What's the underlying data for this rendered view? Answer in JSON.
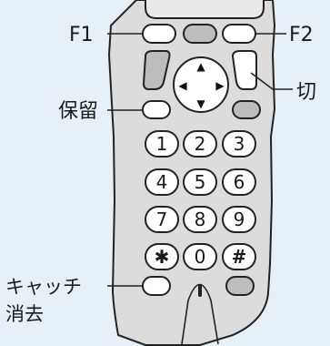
{
  "labels": {
    "f1": "F1",
    "f2": "F2",
    "hangup": "切",
    "hold": "保留",
    "catch_cancel_line1": "キャッチ",
    "catch_cancel_line2": "消去"
  },
  "keypad": {
    "rows": [
      [
        "1",
        "2",
        "3"
      ],
      [
        "4",
        "5",
        "6"
      ],
      [
        "7",
        "8",
        "9"
      ],
      [
        "✱",
        "0",
        "#"
      ]
    ]
  },
  "nav_arrows": {
    "up": "▲",
    "down": "▼",
    "left": "◀",
    "right": "▶"
  },
  "colors": {
    "background": "#e6f0f6",
    "phone_body": "#d8d8d8",
    "phone_outline": "#222222",
    "key_fill": "#ffffff",
    "highlight_key": "#bdbdbd"
  }
}
